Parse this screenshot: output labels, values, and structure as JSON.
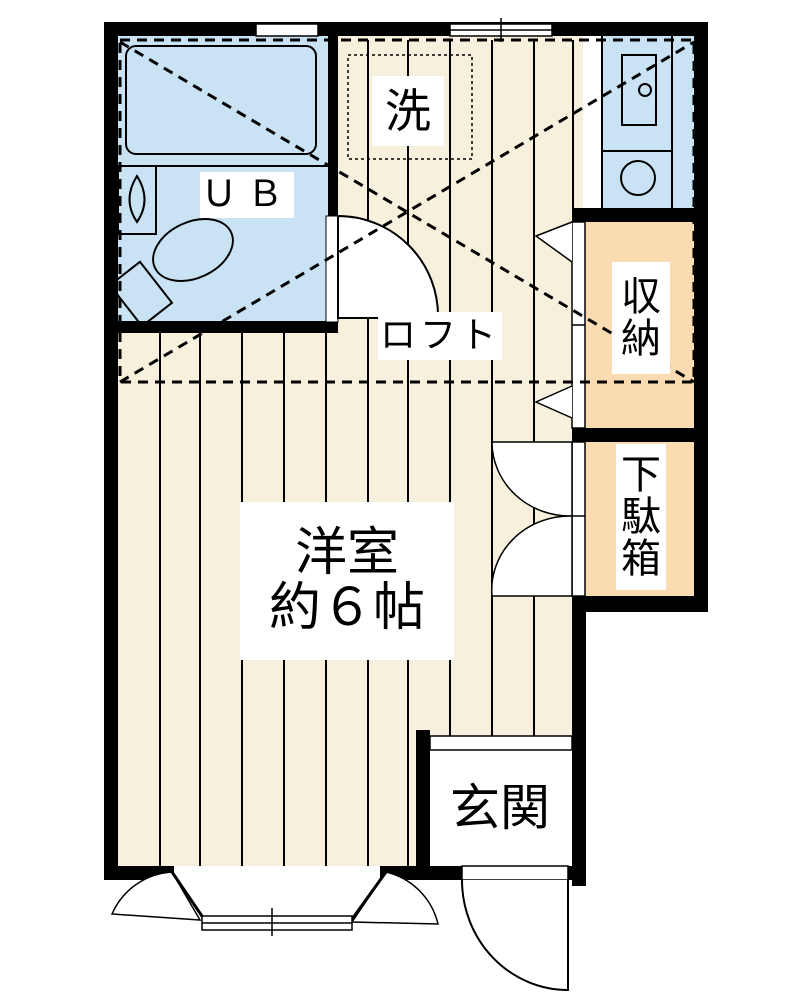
{
  "floor_plan": {
    "colors": {
      "wall": "#000000",
      "floor_wood": "#f7f0dc",
      "wet_area": "#c9e3f4",
      "storage": "#fbdcb2",
      "background": "#ffffff",
      "loft_line": "#000000"
    },
    "rooms": {
      "western_room": {
        "name": "洋室",
        "size": "約６帖"
      },
      "unit_bath": {
        "name": "ＵＢ"
      },
      "washer": {
        "name": "洗"
      },
      "loft": {
        "name": "ロフト"
      },
      "storage": {
        "name": "収\n納",
        "chars": [
          "収",
          "納"
        ]
      },
      "shoe_box": {
        "name": "下駄箱",
        "chars": [
          "下",
          "駄",
          "箱"
        ]
      },
      "entrance": {
        "name": "玄関"
      }
    },
    "fixtures": [
      "bathtub",
      "toilet",
      "wash-basin",
      "kitchen-sink",
      "stove-burner",
      "washing-machine-space"
    ],
    "openings": [
      "bay-window-double-doors",
      "entrance-door",
      "bath-door",
      "closet-folding-doors",
      "shoe-box-doors",
      "top-windows"
    ]
  }
}
